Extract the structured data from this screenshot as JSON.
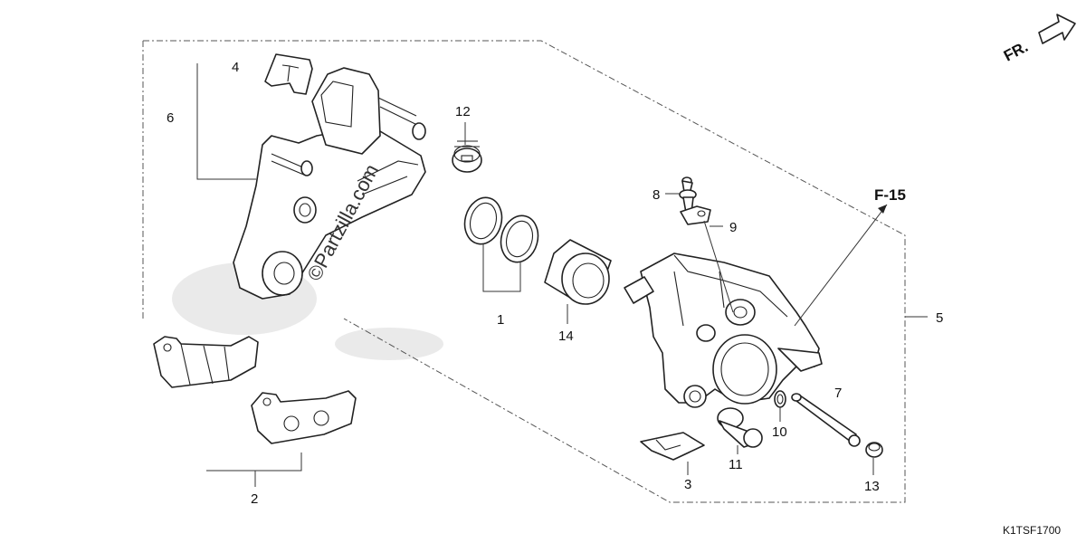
{
  "diagram": {
    "direction_label": "FR.",
    "reference_label": "F-15",
    "figure_code": "K1TSF1700",
    "watermark": "©Partzilla.com",
    "callouts": {
      "c1": "1",
      "c2": "2",
      "c3": "3",
      "c4": "4",
      "c5": "5",
      "c6": "6",
      "c7": "7",
      "c8": "8",
      "c9": "9",
      "c10": "10",
      "c11": "11",
      "c12": "12",
      "c13": "13",
      "c14": "14"
    }
  }
}
